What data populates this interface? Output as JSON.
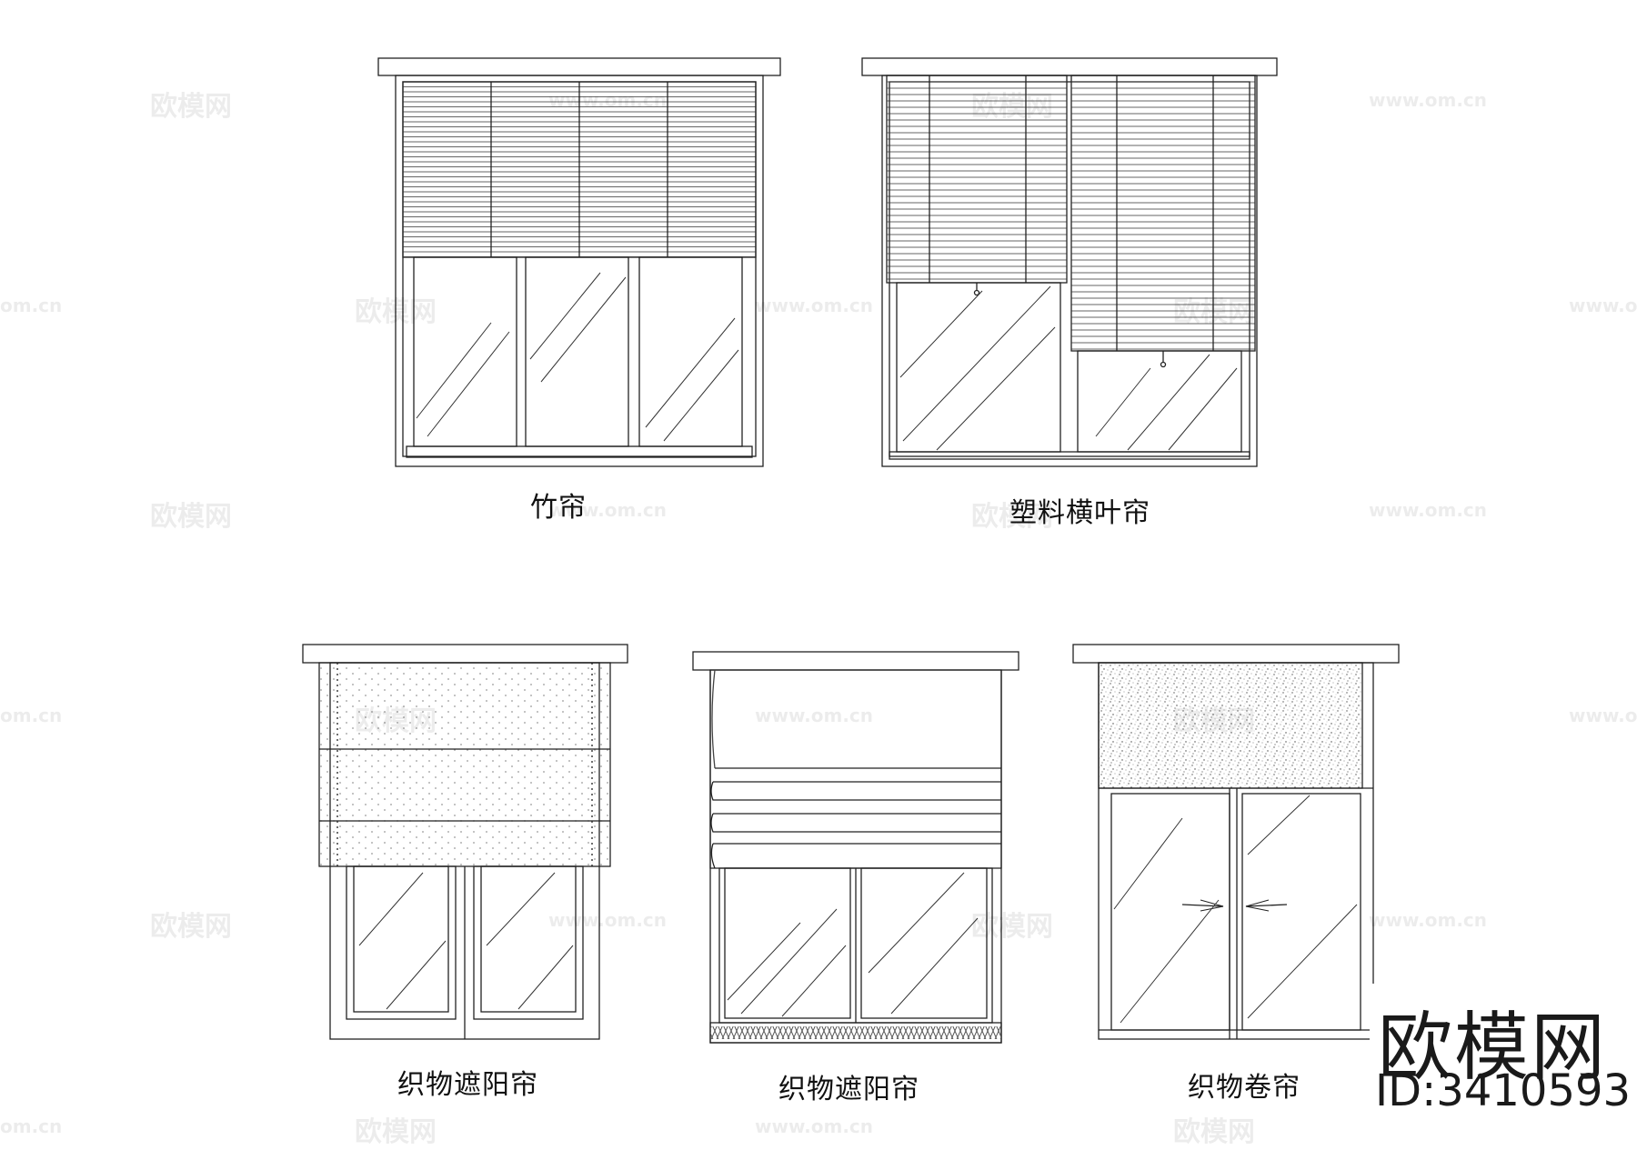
{
  "captions": {
    "bamboo": "竹帘",
    "plastic": "塑料横叶帘",
    "fabric_shade_1": "织物遮阳帘",
    "fabric_shade_2": "织物遮阳帘",
    "fabric_roller": "织物卷帘"
  },
  "watermark": {
    "brand": "欧模网",
    "id": "ID:3410593",
    "url": "www.om.cn",
    "url_partial": "om.cn"
  }
}
